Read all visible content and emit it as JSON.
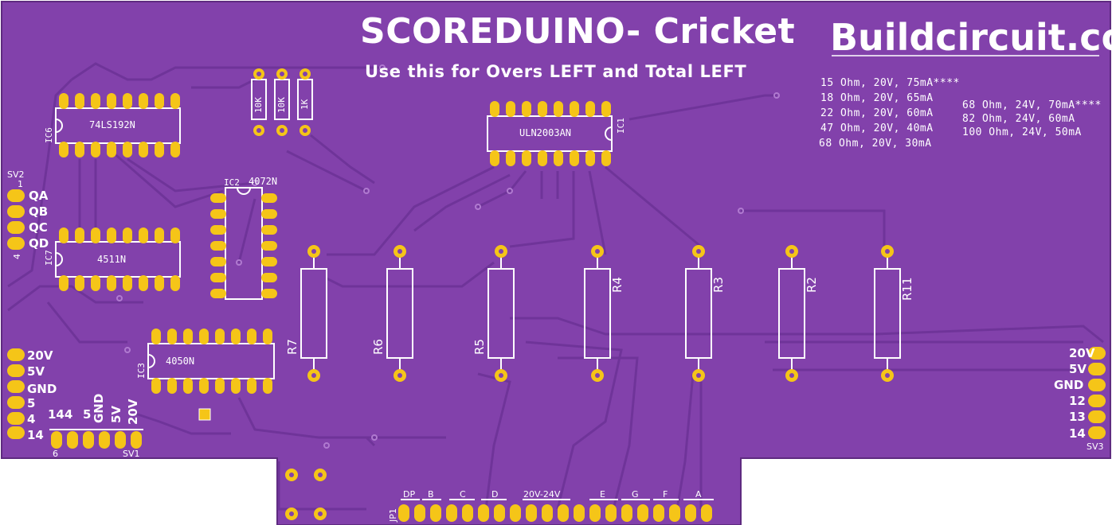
{
  "colors": {
    "board": "#8241ab",
    "silk": "#ffffff",
    "pad": "#f5c518",
    "trace": "#6b2f96"
  },
  "header": {
    "title": "SCOREDUINO- Cricket",
    "subtitle": "Use this for Overs LEFT and Total LEFT",
    "brand": "Buildcircuit.com"
  },
  "notes": {
    "left": [
      "15 Ohm, 20V, 75mA****",
      "18 Ohm, 20V, 65mA",
      "22 Ohm, 20V, 60mA",
      "47 Ohm, 20V, 40mA",
      "68 Ohm, 20V, 30mA"
    ],
    "right": [
      "68 Ohm, 24V, 70mA****",
      "82 Ohm, 24V, 60mA",
      "100 Ohm, 24V, 50mA"
    ]
  },
  "ics": {
    "ic6": {
      "ref": "IC6",
      "part": "74LS192N"
    },
    "ic7": {
      "ref": "IC7",
      "part": "4511N"
    },
    "ic3": {
      "ref": "IC3",
      "part": "4050N"
    },
    "ic2": {
      "ref": "IC2",
      "part": "4072N"
    },
    "ic1": {
      "ref": "IC1",
      "part": "ULN2003AN"
    }
  },
  "small_resistors": [
    "10K",
    "10K",
    "1K"
  ],
  "resistors": [
    "R7",
    "R6",
    "R5",
    "R4",
    "R3",
    "R2",
    "R11"
  ],
  "sv2": {
    "ref": "SV2",
    "num": "1",
    "num2": "4",
    "labels": [
      "QA",
      "QB",
      "QC",
      "QD"
    ]
  },
  "left_power": {
    "labels": [
      "20V",
      "5V",
      "GND",
      "5",
      "4",
      "14"
    ]
  },
  "sv1": {
    "ref": "SV1",
    "num": "6",
    "labels": [
      "144",
      "5",
      "GND",
      "5V",
      "20V"
    ]
  },
  "sv3": {
    "ref": "SV3",
    "labels": [
      "20V",
      "5V",
      "GND",
      "12",
      "13",
      "14"
    ]
  },
  "jp1": {
    "ref": "JP1",
    "labels": [
      "DP",
      "B",
      "C",
      "D",
      "20V-24V",
      "E",
      "G",
      "F",
      "A"
    ]
  }
}
